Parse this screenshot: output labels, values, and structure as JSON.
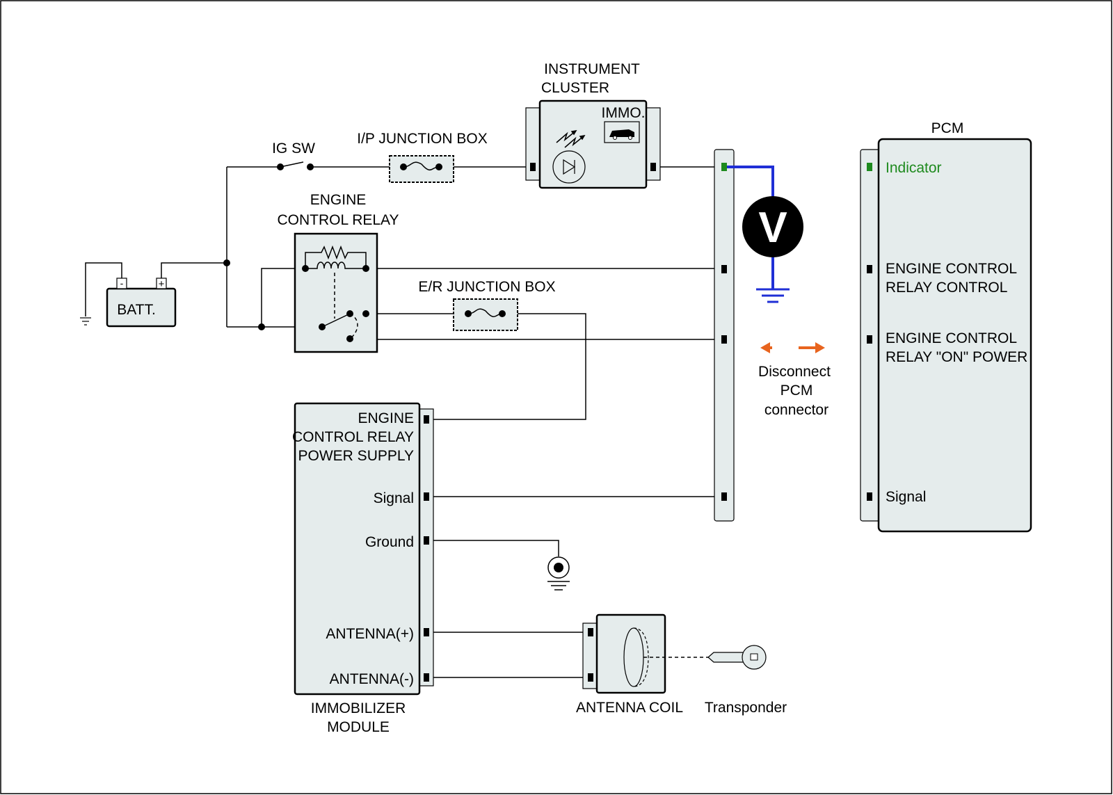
{
  "labels": {
    "instrument_cluster_1": "INSTRUMENT",
    "instrument_cluster_2": "CLUSTER",
    "immo": "IMMO.",
    "ig_sw": "IG SW",
    "ip_junction_box": "I/P JUNCTION BOX",
    "engine_control_relay_1": "ENGINE",
    "engine_control_relay_2": "CONTROL RELAY",
    "batt": "BATT.",
    "er_junction_box": "E/R JUNCTION BOX",
    "pcm": "PCM",
    "voltmeter": "V",
    "disconnect_1": "Disconnect",
    "disconnect_2": "PCM",
    "disconnect_3": "connector",
    "immobilizer_module_1": "IMMOBILIZER",
    "immobilizer_module_2": "MODULE",
    "antenna_coil": "ANTENNA COIL",
    "transponder": "Transponder",
    "batt_minus": "-",
    "batt_plus": "+"
  },
  "pcm_pins": {
    "indicator": "Indicator",
    "ecr_control_1": "ENGINE CONTROL",
    "ecr_control_2": "RELAY CONTROL",
    "ecr_on_power_1": "ENGINE CONTROL",
    "ecr_on_power_2": "RELAY \"ON\" POWER",
    "signal": "Signal"
  },
  "immobilizer_pins": {
    "ecr_power_1": "ENGINE",
    "ecr_power_2": "CONTROL RELAY",
    "ecr_power_3": "POWER SUPPLY",
    "signal": "Signal",
    "ground": "Ground",
    "antenna_plus": "ANTENNA(+)",
    "antenna_minus": "ANTENNA(-)"
  },
  "colors": {
    "measurement_wire": "#1f2fd6",
    "indicator": "#1e8a1e",
    "arrow": "#e8641e",
    "component_fill": "#e5ecec"
  }
}
